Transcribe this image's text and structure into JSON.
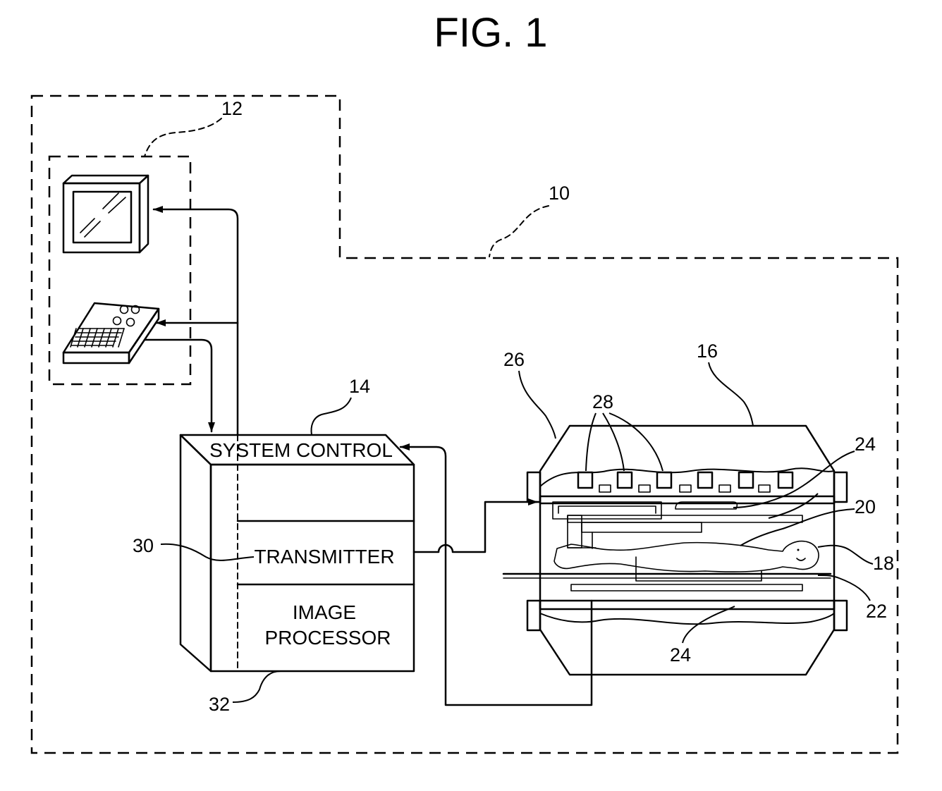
{
  "figure": {
    "title": "FIG. 1",
    "reference_numerals": {
      "system": "10",
      "operator_console": "12",
      "system_control": "14",
      "scanner": "16",
      "bore_end": "18",
      "patient": "20",
      "table": "22",
      "coil_upper": "24",
      "coil_lower": "24",
      "magnet_housing": "26",
      "magnet_coils": "28",
      "transmitter": "30",
      "image_processor": "32"
    },
    "blocks": {
      "system_control_label": "SYSTEM CONTROL",
      "transmitter_label": "TRANSMITTER",
      "image_processor_line1": "IMAGE",
      "image_processor_line2": "PROCESSOR"
    }
  }
}
